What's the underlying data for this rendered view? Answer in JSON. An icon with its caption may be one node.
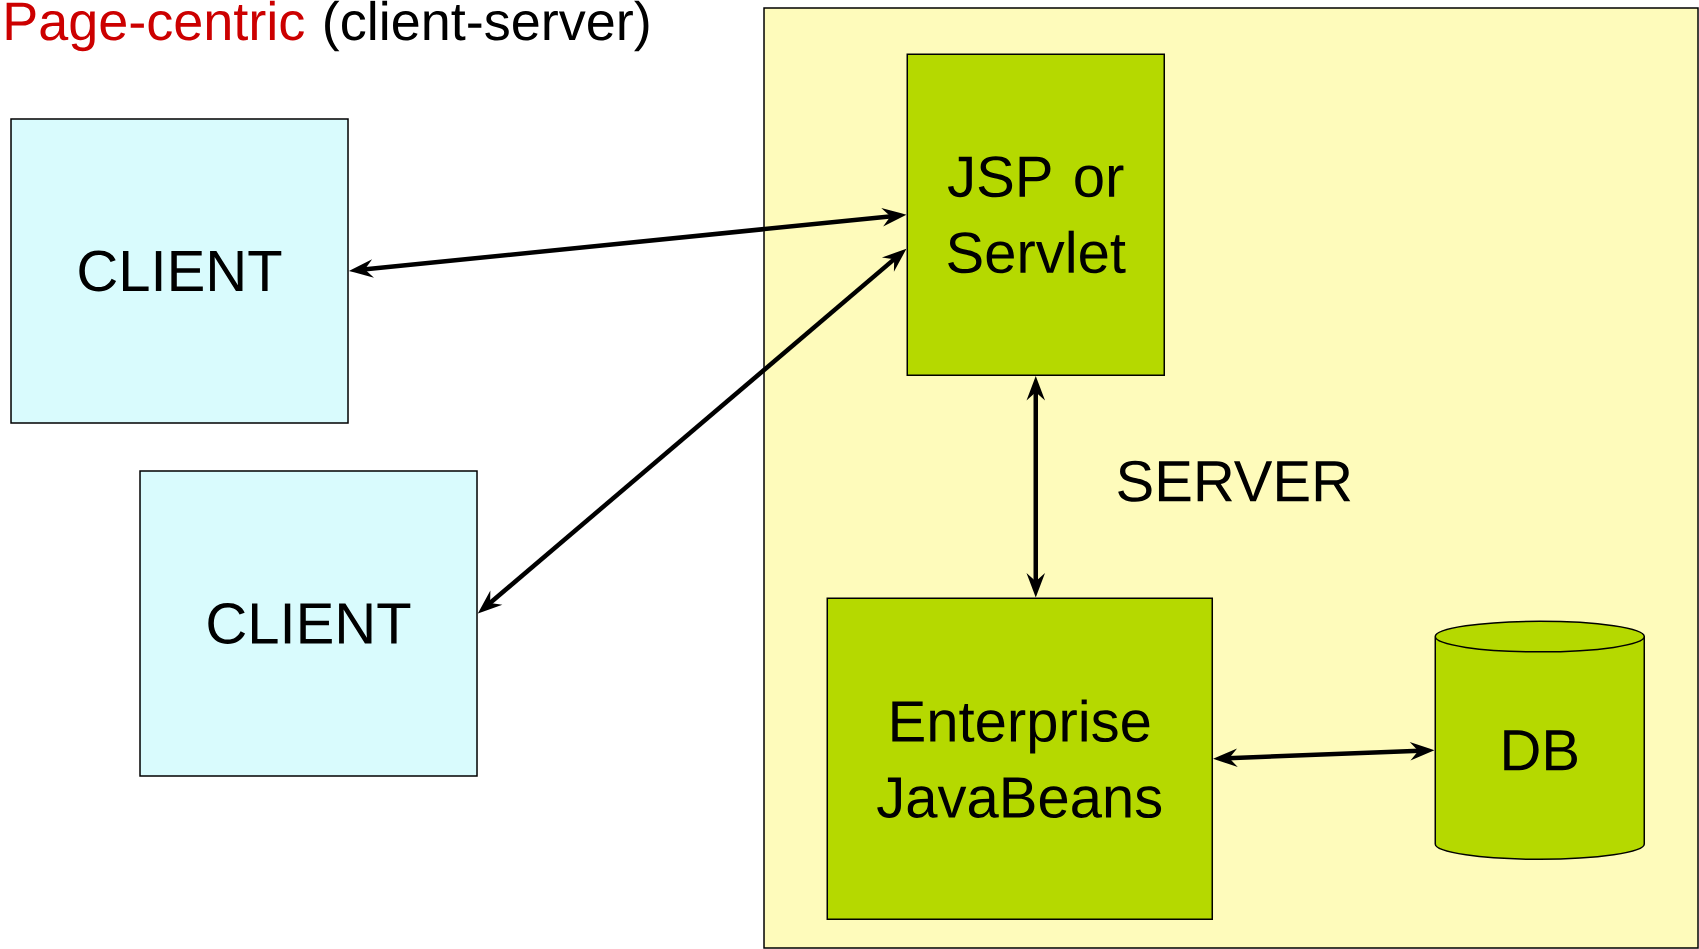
{
  "diagram": {
    "title": "Page-centric",
    "nodes": [
      {
        "text": [
          "SERVER"
        ]
      },
      {
        "text": [
          "JSP or Servlet"
        ],
        "in": 0
      },
      {
        "text": [
          "Enterprise JavaBeans"
        ],
        "in": 0
      },
      {
        "text": [
          "DB"
        ],
        "in": 0
      },
      {
        "text": [
          "CLIENT"
        ]
      },
      {
        "text": [
          "CLIENT"
        ]
      }
    ],
    "edges": [
      {
        "from": 4,
        "to": 1,
        "arrow": "both"
      },
      {
        "from": 5,
        "to": 1,
        "arrow": "both"
      },
      {
        "from": 1,
        "to": 2,
        "arrow": "both"
      },
      {
        "from": 2,
        "to": 3,
        "arrow": "both"
      }
    ],
    "labels": [
      "(client-server)"
    ]
  }
}
